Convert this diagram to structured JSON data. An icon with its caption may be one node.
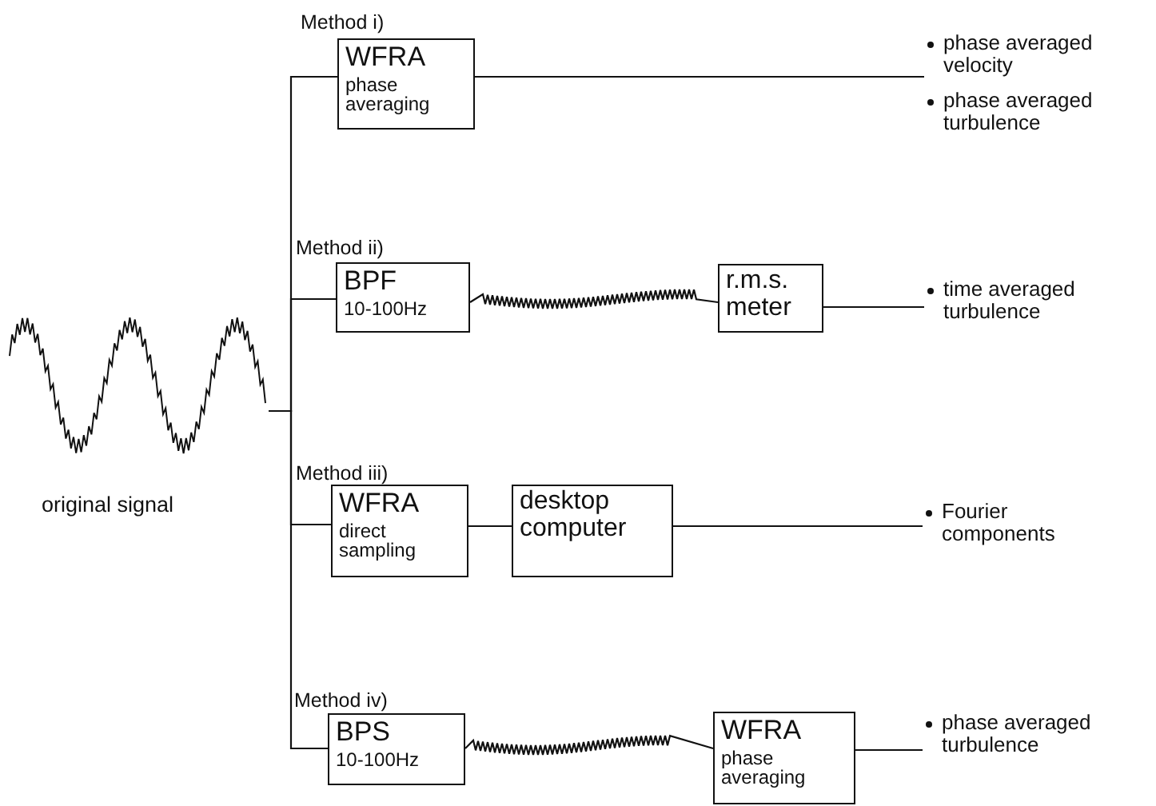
{
  "diagram": {
    "nodes": [
      {
        "text": [],
        "shape": "picture",
        "beside": [
          "original signal"
        ]
      },
      {
        "text": [
          "WFRA",
          "phase averaging"
        ],
        "beside": [
          "Method i)"
        ]
      },
      {
        "text": [
          "phase averaged velocity",
          "phase averaged turbulence"
        ]
      },
      {
        "text": [
          "BPF",
          "10-100Hz"
        ],
        "beside": [
          "Method ii)"
        ]
      },
      {
        "text": [
          "r.m.s. meter"
        ]
      },
      {
        "text": [
          "time averaged turbulence"
        ]
      },
      {
        "text": [
          "WFRA",
          "direct sampling"
        ],
        "beside": [
          "Method iii)"
        ]
      },
      {
        "text": [
          "desktop computer"
        ]
      },
      {
        "text": [
          "Fourier components"
        ]
      },
      {
        "text": [
          "BPS",
          "10-100Hz"
        ],
        "beside": [
          "Method iv)"
        ]
      },
      {
        "text": [
          "WFRA",
          "phase averaging"
        ]
      },
      {
        "text": [
          "phase averaged turbulence"
        ]
      }
    ],
    "edges": [
      {
        "from": 0,
        "to": 1,
        "arrow": "none"
      },
      {
        "from": 0,
        "to": 3,
        "arrow": "none"
      },
      {
        "from": 0,
        "to": 6,
        "arrow": "none"
      },
      {
        "from": 0,
        "to": 9,
        "arrow": "none"
      },
      {
        "from": 1,
        "to": 2,
        "arrow": "none"
      },
      {
        "from": 3,
        "to": 4,
        "arrow": "none"
      },
      {
        "from": 4,
        "to": 5,
        "arrow": "none"
      },
      {
        "from": 6,
        "to": 7,
        "arrow": "none"
      },
      {
        "from": 7,
        "to": 8,
        "arrow": "none"
      },
      {
        "from": 9,
        "to": 10,
        "arrow": "none"
      },
      {
        "from": 10,
        "to": 11,
        "arrow": "none"
      }
    ]
  }
}
